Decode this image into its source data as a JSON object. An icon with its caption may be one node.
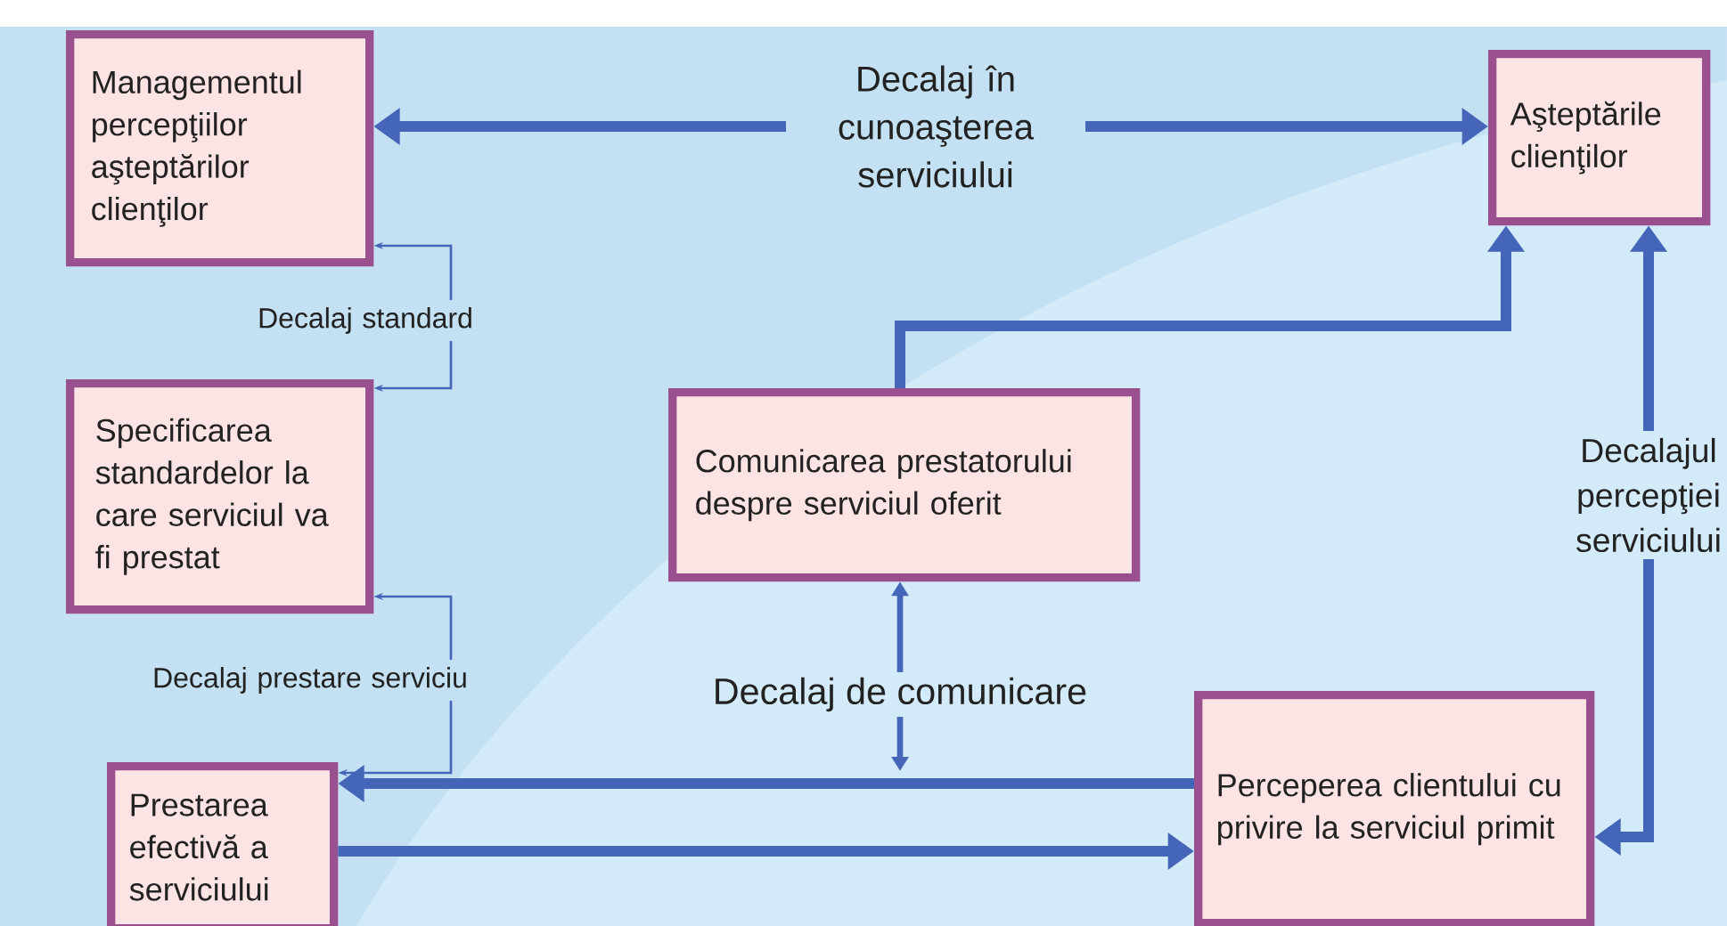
{
  "diagram": {
    "nodes": [
      {
        "text": [
          "Managementul percepţiilor aşteptărilor clienţilor"
        ]
      },
      {
        "text": [
          "Aşteptările clienţilor"
        ]
      },
      {
        "text": [
          "Specificarea standardelor la care serviciul va fi prestat"
        ]
      },
      {
        "text": [
          "Comunicarea prestatorului despre serviciul oferit"
        ]
      },
      {
        "text": [
          "Prestarea efectivă a serviciului"
        ]
      },
      {
        "text": [
          "Perceperea clientului cu privire la serviciul primit"
        ]
      },
      {
        "text": [
          "Decalaj de comunicare"
        ]
      }
    ],
    "edges": [
      {
        "from": 0,
        "to": 1,
        "arrow": "both",
        "label": "Decalaj în cunoaşterea serviciului"
      },
      {
        "from": 0,
        "to": 2,
        "arrow": "both",
        "label": "Decalaj standard"
      },
      {
        "from": 2,
        "to": 4,
        "arrow": "both",
        "label": "Decalaj prestare serviciu"
      },
      {
        "from": 3,
        "to": 1,
        "arrow": "to"
      },
      {
        "from": 6,
        "to": 3,
        "arrow": "to"
      },
      {
        "from": 6,
        "to": null,
        "arrow": "to"
      },
      {
        "from": 5,
        "to": 1,
        "arrow": "both",
        "label": "Decalajul percepţiei serviciului"
      },
      {
        "from": 5,
        "to": 4,
        "arrow": "to"
      },
      {
        "from": 4,
        "to": 5,
        "arrow": "to"
      }
    ]
  }
}
